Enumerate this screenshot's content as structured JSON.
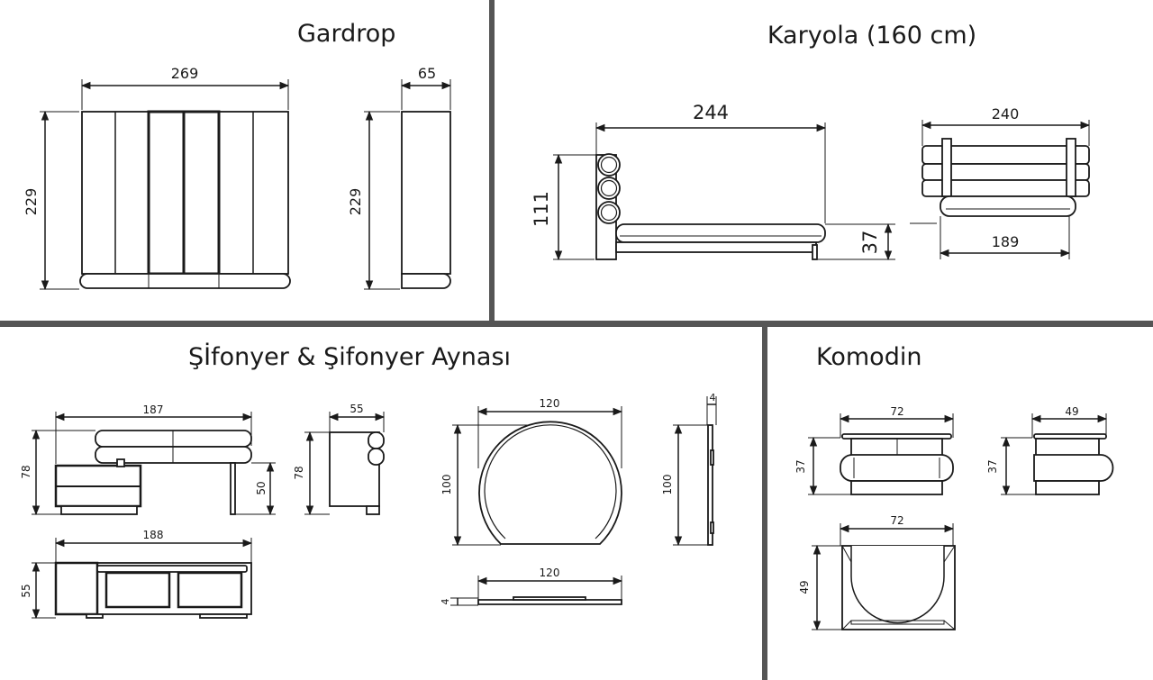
{
  "sections": {
    "gardrop": {
      "title": "Gardrop",
      "dims": {
        "width": "269",
        "height": "229",
        "depth": "65",
        "side_height": "229"
      }
    },
    "karyola": {
      "title": "Karyola (160 cm)",
      "dims": {
        "length": "244",
        "headboard_height": "111",
        "frame_height": "37",
        "top_width": "240",
        "bottom_width": "189"
      }
    },
    "sifonyer": {
      "title": "Şİfonyer & Şifonyer Aynası",
      "dims": {
        "front_width": "187",
        "front_height": "78",
        "leg_height": "50",
        "side_depth": "55",
        "side_height": "78",
        "top_width": "188",
        "top_depth": "55",
        "mirror_width": "120",
        "mirror_height": "100",
        "mirror_depth": "4",
        "mirror_side_height": "100",
        "mirror_top_width": "120",
        "mirror_top_depth": "4"
      }
    },
    "komodin": {
      "title": "Komodin",
      "dims": {
        "front_width": "72",
        "front_height": "37",
        "side_depth": "49",
        "side_height": "37",
        "top_width": "72",
        "top_depth": "49"
      }
    }
  },
  "colors": {
    "divider": "#555555",
    "line": "#1a1a1a"
  }
}
